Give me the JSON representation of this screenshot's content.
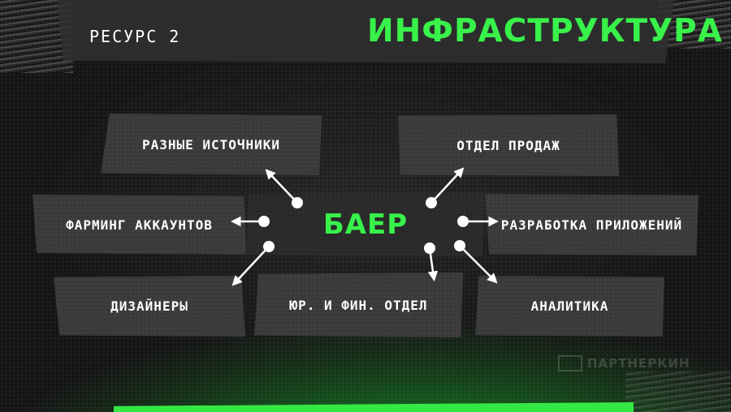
{
  "header": {
    "resource_label": "РЕСУРС 2",
    "title": "ИНФРАСТРУКТУРА"
  },
  "center": {
    "label": "БАЕР"
  },
  "nodes": {
    "sources": "РАЗНЫЕ ИСТОЧНИКИ",
    "sales": "ОТДЕЛ ПРОДАЖ",
    "farming": "ФАРМИНГ АККАУНТОВ",
    "dev": "РАЗРАБОТКА ПРИЛОЖЕНИЙ",
    "design": "ДИЗАЙНЕРЫ",
    "legal": "ЮР. И ФИН. ОТДЕЛ",
    "analytics": "АНАЛИТИКА"
  },
  "watermark": {
    "text": "ПАРТНЕРКИН"
  },
  "colors": {
    "accent": "#38f24a",
    "box": "#3d3d3d",
    "text": "#ffffff"
  }
}
